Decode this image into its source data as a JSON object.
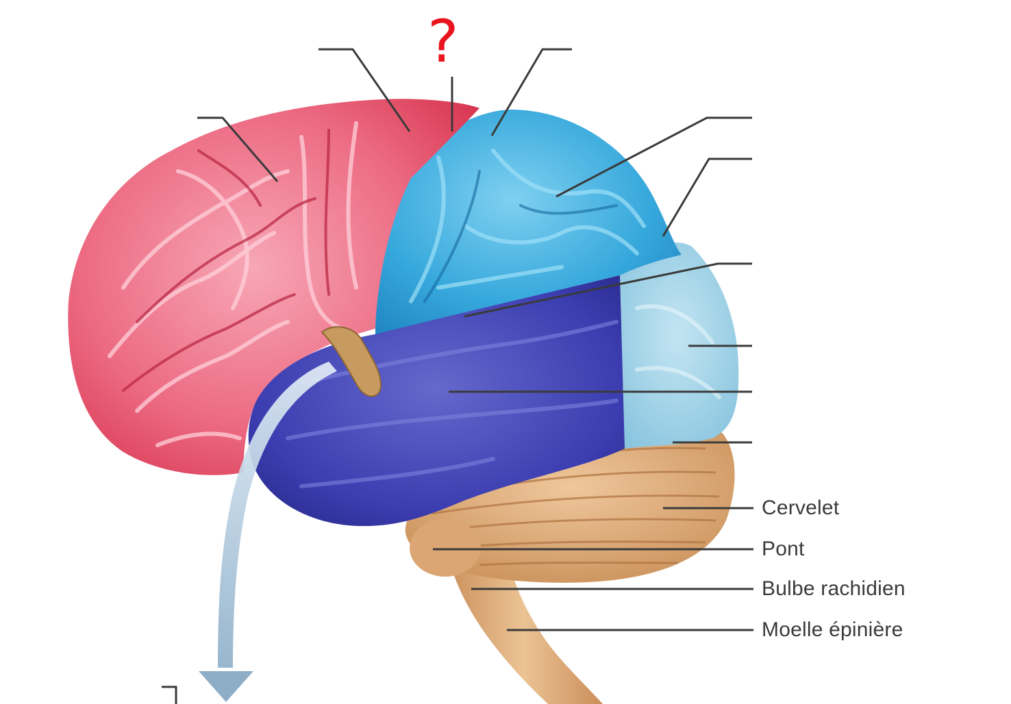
{
  "question_mark": "?",
  "labels": {
    "cerebellum": "Cervelet",
    "pons": "Pont",
    "medulla": "Bulbe rachidien",
    "spinal_cord": "Moelle épinière"
  },
  "colors": {
    "frontal_lobe": "#e9506a",
    "parietal_lobe": "#2f9fd6",
    "occipital_lobe": "#8ec9e2",
    "temporal_lobe": "#3d3fa8",
    "cerebellum": "#d7a46f",
    "brainstem": "#d9a574",
    "question_mark": "#e8141e"
  }
}
